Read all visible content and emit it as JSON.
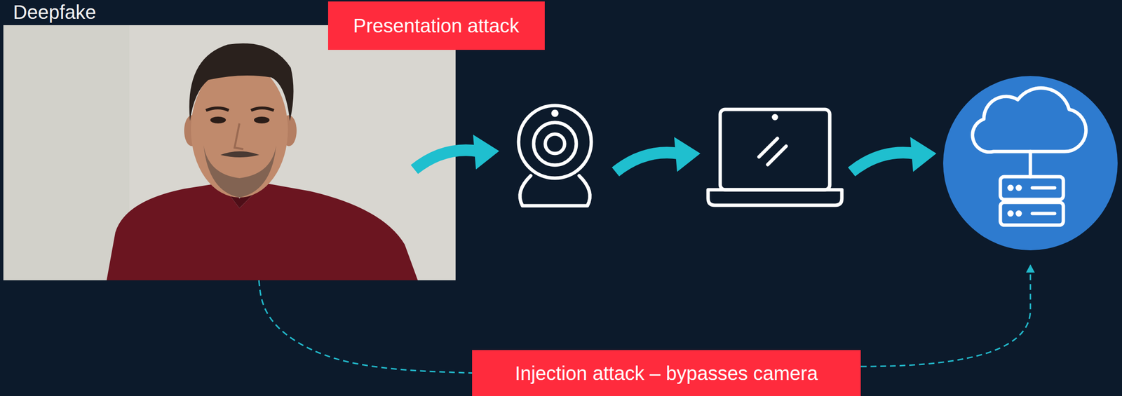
{
  "diagram": {
    "nodes": [
      {
        "text": [
          "Deepfake"
        ]
      },
      {
        "text": [
          "Presentation attack"
        ]
      },
      {
        "text": [
          "Injection attack – bypasses camera"
        ]
      }
    ],
    "edges": [
      {
        "from": 0,
        "to": 2,
        "arrow": "none"
      }
    ]
  }
}
